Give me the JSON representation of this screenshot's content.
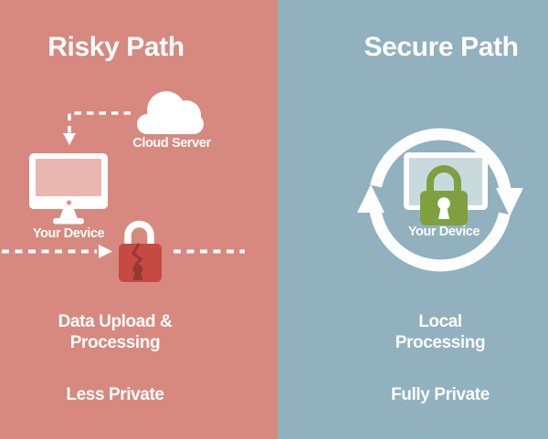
{
  "risky_panel": {
    "title": "Risky Path",
    "cloud_label": "Cloud Server",
    "device_label": "Your Device",
    "process_line1": "Data Upload &",
    "process_line2": "Processing",
    "privacy_label": "Less Private",
    "bg_color": "#d7897f",
    "broken_lock_color": "#c74a42",
    "lock_crack_color": "#943a33",
    "monitor_screen_color": "#eab6b1"
  },
  "secure_panel": {
    "title": "Secure Path",
    "device_label": "Your Device",
    "process_line1": "Local",
    "process_line2": "Processing",
    "privacy_label": "Fully Private",
    "bg_color": "#90b1bd",
    "lock_color": "#7ea03e",
    "monitor_screen_color": "#c9dade"
  },
  "shared": {
    "icon_color": "#ffffff",
    "text_color": "#ffffff",
    "icons": [
      "cloud-icon",
      "monitor-icon",
      "broken-lock-icon",
      "dashed-arrow",
      "lock-icon",
      "sync-arrows-icon"
    ]
  }
}
